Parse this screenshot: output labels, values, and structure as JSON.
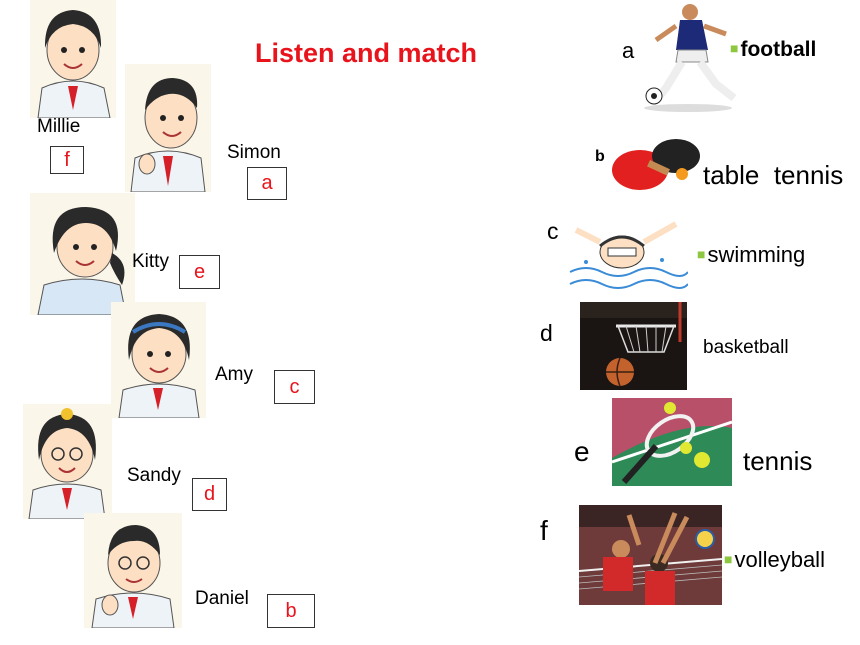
{
  "title": "Listen and match",
  "students": [
    {
      "name": "Millie",
      "answer": "f"
    },
    {
      "name": "Simon",
      "answer": "a"
    },
    {
      "name": "Kitty",
      "answer": "e"
    },
    {
      "name": "Amy",
      "answer": "c"
    },
    {
      "name": "Sandy",
      "answer": "d"
    },
    {
      "name": "Daniel",
      "answer": "b"
    }
  ],
  "sports": [
    {
      "letter": "a",
      "name": "football"
    },
    {
      "letter": "b",
      "name": "table  tennis"
    },
    {
      "letter": "c",
      "name": "swimming"
    },
    {
      "letter": "d",
      "name": "basketball"
    },
    {
      "letter": "e",
      "name": "tennis"
    },
    {
      "letter": "f",
      "name": "volleyball"
    }
  ],
  "bullet_glyph": "■",
  "bullet_color": "#8dc63f",
  "accent_color": "#e8131b"
}
